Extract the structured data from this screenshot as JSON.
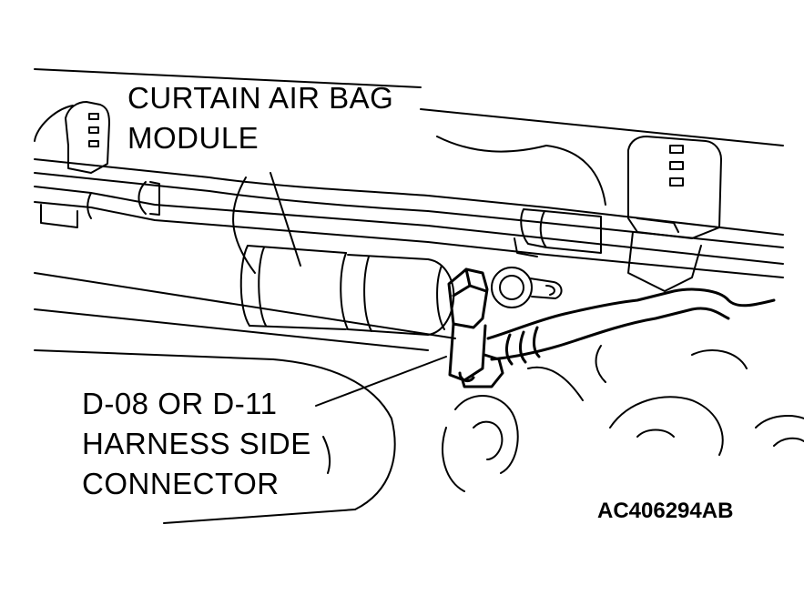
{
  "labels": {
    "airbag_module": {
      "line1": "CURTAIN AIR BAG",
      "line2": "MODULE"
    },
    "harness_connector": {
      "line1": "D-08 OR D-11",
      "line2": "HARNESS SIDE",
      "line3": "CONNECTOR"
    },
    "figure_code": "AC406294AB"
  },
  "colors": {
    "ink": "#000000",
    "background": "#ffffff"
  }
}
